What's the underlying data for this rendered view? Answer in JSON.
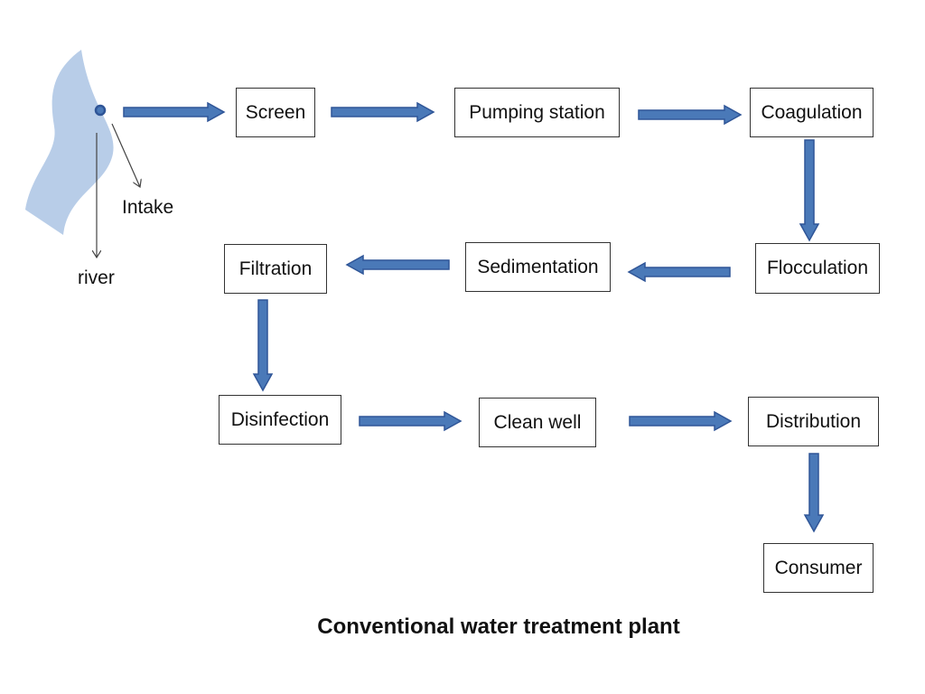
{
  "diagram": {
    "caption": "Conventional water treatment plant",
    "source_labels": {
      "intake": "Intake",
      "river": "river"
    },
    "steps": {
      "screen": "Screen",
      "pumping_station": "Pumping station",
      "coagulation": "Coagulation",
      "flocculation": "Flocculation",
      "sedimentation": "Sedimentation",
      "filtration": "Filtration",
      "disinfection": "Disinfection",
      "clean_well": "Clean well",
      "distribution": "Distribution",
      "consumer": "Consumer"
    },
    "colors": {
      "arrow_fill": "#4a79b8",
      "arrow_stroke": "#2f5597",
      "river": "#b8cde8",
      "box_border": "#333333",
      "text": "#111111"
    }
  }
}
